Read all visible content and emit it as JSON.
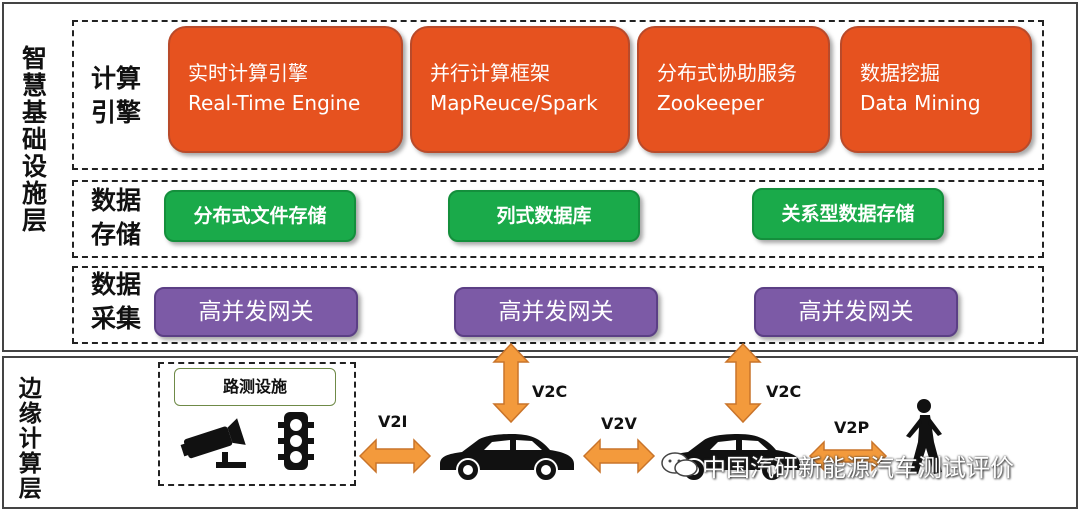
{
  "infra_layer": {
    "title": "智慧基础设施层",
    "compute": {
      "label": "计算引擎",
      "boxes": [
        {
          "cn": "实时计算引擎",
          "en": "Real-Time Engine"
        },
        {
          "cn": "并行计算框架",
          "en": "MapReuce/Spark"
        },
        {
          "cn": "分布式协助服务",
          "en": "Zookeeper"
        },
        {
          "cn": "数据挖掘",
          "en": "Data Mining"
        }
      ]
    },
    "storage": {
      "label": "数据存储",
      "boxes": [
        "分布式文件存储",
        "列式数据库",
        "关系型数据存储"
      ]
    },
    "collection": {
      "label": "数据采集",
      "boxes": [
        "高并发网关",
        "高并发网关",
        "高并发网关"
      ]
    }
  },
  "edge_layer": {
    "title": "边缘计算层",
    "roadside_label": "路测设施",
    "links": {
      "v2i": "V2I",
      "v2v": "V2V",
      "v2p": "V2P",
      "v2c_left": "V2C",
      "v2c_right": "V2C"
    }
  },
  "watermark": "中国汽研新能源汽车测试评价",
  "colors": {
    "orange": "#e6521f",
    "green": "#1aaa4a",
    "purple": "#7c5aa6",
    "arrow": "#f39a3c"
  }
}
